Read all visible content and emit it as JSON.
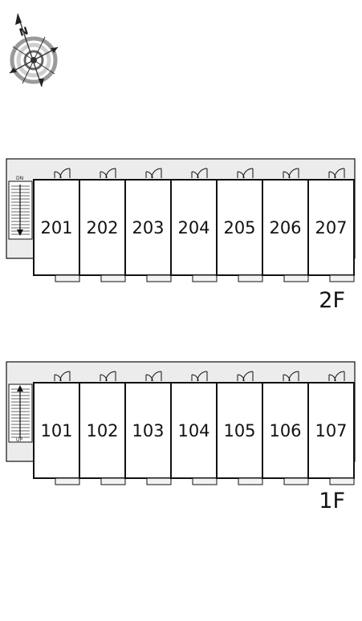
{
  "compass": {
    "north_label": "N",
    "icon": "compass-rose-icon"
  },
  "floors": [
    {
      "id": "2F",
      "floor_label": "2F",
      "stair_label": "DN",
      "stair_direction": "down",
      "units": [
        "201",
        "202",
        "203",
        "204",
        "205",
        "206",
        "207"
      ]
    },
    {
      "id": "1F",
      "floor_label": "1F",
      "stair_label": "UP",
      "stair_direction": "up",
      "units": [
        "101",
        "102",
        "103",
        "104",
        "105",
        "106",
        "107"
      ]
    }
  ],
  "colors": {
    "corridor": "#ececec",
    "wall": "#111111",
    "unit_fill": "#ffffff"
  }
}
